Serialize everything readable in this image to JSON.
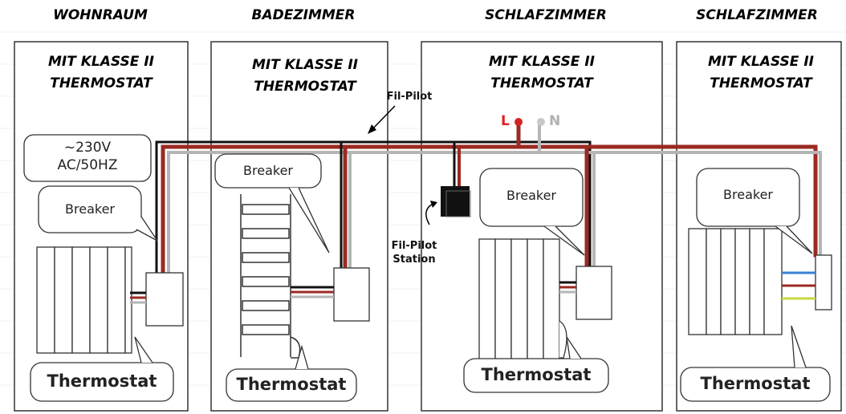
{
  "rooms": [
    {
      "title": "WOHNRAUM",
      "subtitle_line1": "MIT KLASSE II",
      "subtitle_line2": "THERMOSTAT",
      "breaker": "Breaker",
      "thermostat": "Thermostat"
    },
    {
      "title": "BADEZIMMER",
      "subtitle_line1": "MIT KLASSE II",
      "subtitle_line2": "THERMOSTAT",
      "breaker": "Breaker",
      "thermostat": "Thermostat"
    },
    {
      "title": "SCHLAFZIMMER",
      "subtitle_line1": "MIT KLASSE II",
      "subtitle_line2": "THERMOSTAT",
      "breaker": "Breaker",
      "thermostat": "Thermostat"
    },
    {
      "title": "SCHLAFZIMMER",
      "subtitle_line1": "MIT KLASSE II",
      "subtitle_line2": "THERMOSTAT",
      "breaker": "Breaker",
      "thermostat": "Thermostat"
    }
  ],
  "supply": {
    "line1": "~230V",
    "line2": "AC/50HZ"
  },
  "fil_pilot": "Fil-Pilot",
  "station": {
    "line1": "Fil-Pilot",
    "line2": "Station"
  },
  "terminals": {
    "live": "L",
    "neutral": "N"
  },
  "colors": {
    "live_wire": "#9b2a22",
    "neutral_wire": "#b5b5b5",
    "pilot_wire": "#111111",
    "live_label": "#e02020",
    "neutral_label": "#b0b0b0"
  }
}
